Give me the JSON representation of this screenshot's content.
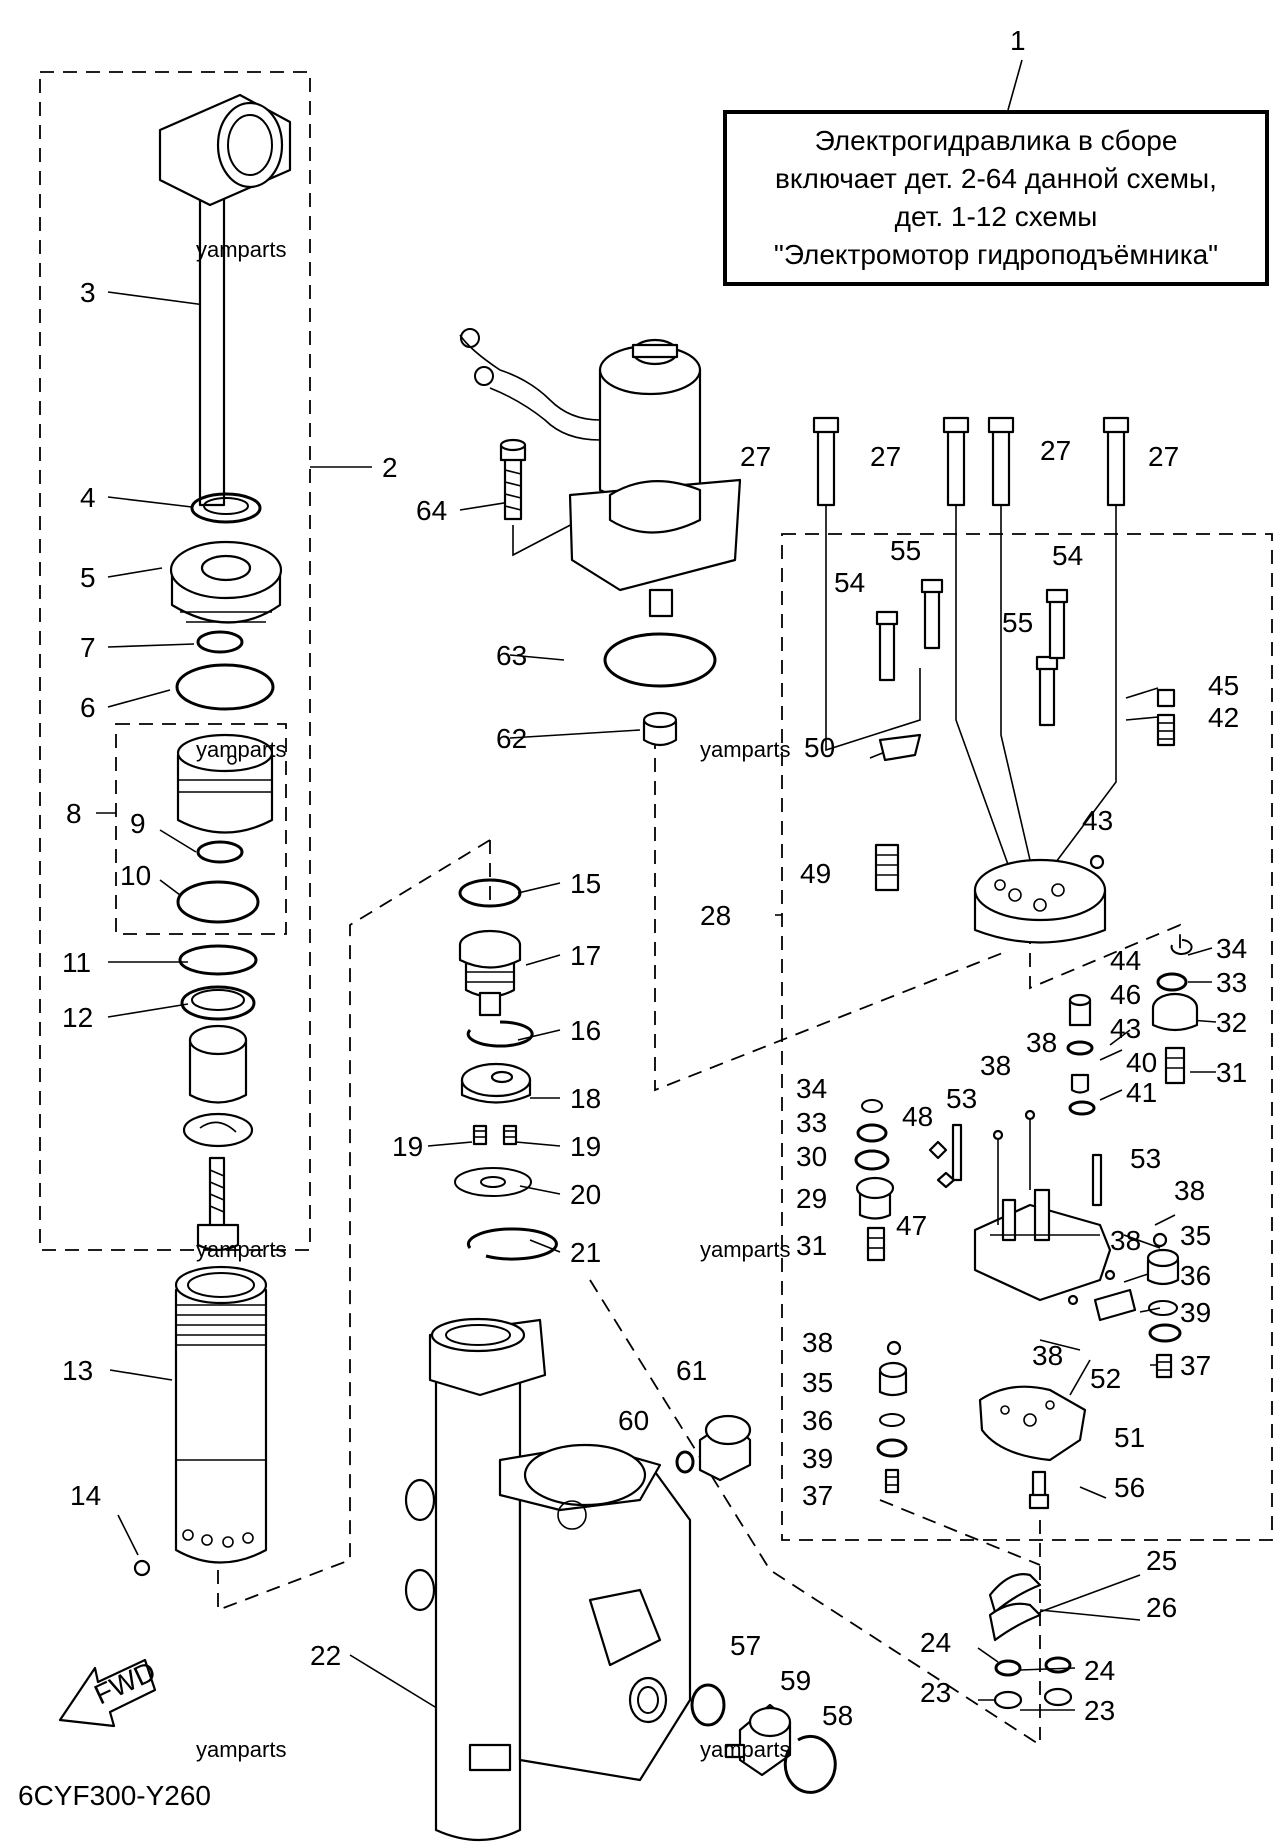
{
  "note": {
    "lines": [
      "Электрогидравлика в сборе",
      "включает дет. 2-64 данной схемы,",
      "дет. 1-12 схемы",
      "\"Электромотор гидроподъёмника\""
    ]
  },
  "watermark": "yamparts",
  "ref_code": "6CYF300-Y260",
  "fwd_label": "FWD",
  "callouts": {
    "p1": "1",
    "p2": "2",
    "p3": "3",
    "p4": "4",
    "p5": "5",
    "p6": "6",
    "p7": "7",
    "p8": "8",
    "p9": "9",
    "p10": "10",
    "p11": "11",
    "p12": "12",
    "p13": "13",
    "p14": "14",
    "p15": "15",
    "p16": "16",
    "p17": "17",
    "p18": "18",
    "p19": "19",
    "p20": "20",
    "p21": "21",
    "p22": "22",
    "p23": "23",
    "p24": "24",
    "p25": "25",
    "p26": "26",
    "p27": "27",
    "p28": "28",
    "p29": "29",
    "p30": "30",
    "p31": "31",
    "p32": "32",
    "p33": "33",
    "p34": "34",
    "p35": "35",
    "p36": "36",
    "p37": "37",
    "p38": "38",
    "p39": "39",
    "p40": "40",
    "p41": "41",
    "p42": "42",
    "p43": "43",
    "p44": "44",
    "p45": "45",
    "p46": "46",
    "p47": "47",
    "p48": "48",
    "p49": "49",
    "p50": "50",
    "p51": "51",
    "p52": "52",
    "p53": "53",
    "p54": "54",
    "p55": "55",
    "p56": "56",
    "p57": "57",
    "p58": "58",
    "p59": "59",
    "p60": "60",
    "p61": "61",
    "p62": "62",
    "p63": "63",
    "p64": "64"
  }
}
